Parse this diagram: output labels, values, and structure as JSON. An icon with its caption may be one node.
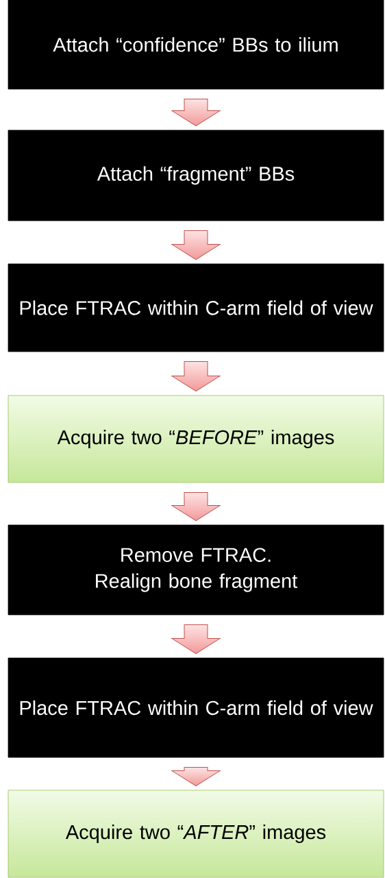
{
  "diagram": {
    "nodes": [
      {
        "text": [
          "Attach “confidence” BBs to ilium"
        ]
      },
      {
        "text": [
          "Attach “fragment” BBs"
        ]
      },
      {
        "text": [
          "Place FTRAC within C-arm field of view"
        ]
      },
      {
        "text": [
          "Acquire two “*BEFORE*” images"
        ]
      },
      {
        "text": [
          "Remove FTRAC. Realign bone fragment"
        ]
      },
      {
        "text": [
          "Place FTRAC within C-arm field of view"
        ]
      },
      {
        "text": [
          "Acquire two “*AFTER*” images"
        ]
      }
    ],
    "edges": [
      {
        "from": 0,
        "to": 1,
        "arrow": "to"
      },
      {
        "from": 1,
        "to": 2,
        "arrow": "to"
      },
      {
        "from": 2,
        "to": 3,
        "arrow": "to"
      },
      {
        "from": 3,
        "to": 4,
        "arrow": "to"
      },
      {
        "from": 4,
        "to": 5,
        "arrow": "to"
      },
      {
        "from": 5,
        "to": 6,
        "arrow": "to"
      }
    ]
  }
}
